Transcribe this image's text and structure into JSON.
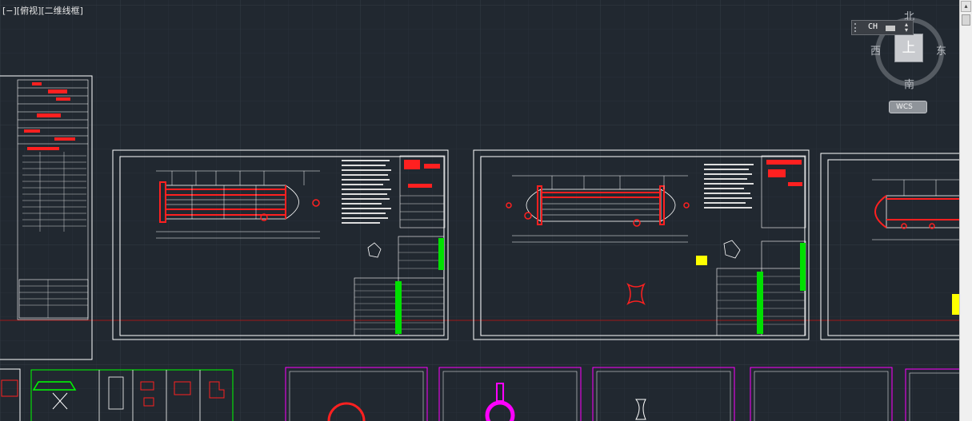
{
  "viewport": {
    "label": "[−][俯视][二维线框]"
  },
  "viewcube": {
    "north": "北",
    "south": "南",
    "east": "东",
    "west": "西",
    "top_face": "上",
    "wcs_label": "WCS"
  },
  "ime": {
    "label": "CH"
  },
  "colors": {
    "background": "#212830",
    "grid": "#2a323b",
    "grid_major": "#313a44",
    "drawing_red": "#ff0000",
    "drawing_white": "#ffffff",
    "drawing_green": "#00ff00",
    "drawing_magenta": "#ff00ff",
    "drawing_yellow": "#ffff00"
  },
  "icons": {
    "scroll_up": "chevron-up-icon",
    "keyboard": "keyboard-icon",
    "compass": "compass-ring-icon"
  }
}
